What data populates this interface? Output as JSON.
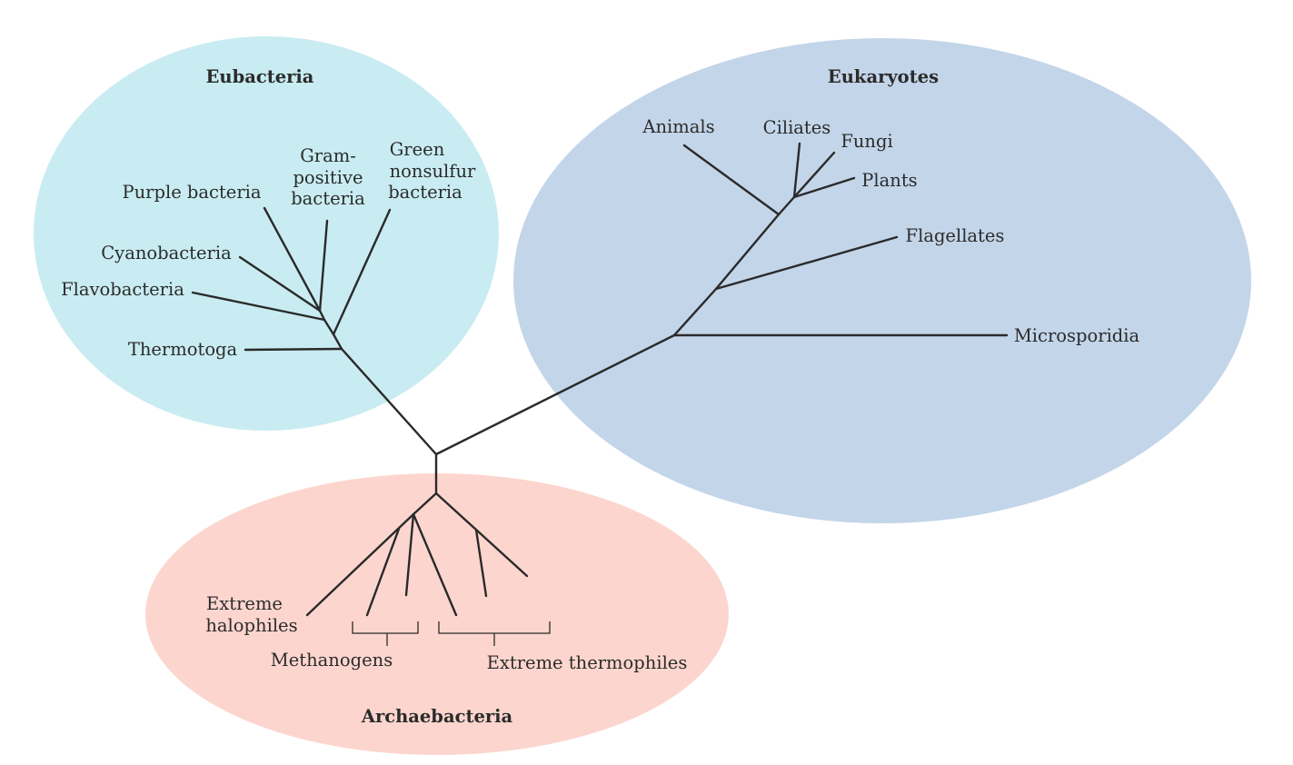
{
  "colors": {
    "eubacteria_fill": "#c8ecf1",
    "eukaryotes_fill": "#c3d5e9",
    "archaebacteria_fill": "#fcd6ce",
    "branch_stroke": "#2a2a2a",
    "text": "#2b2b2b"
  },
  "domains": {
    "eubacteria": "Eubacteria",
    "eukaryotes": "Eukaryotes",
    "archaebacteria": "Archaebacteria"
  },
  "eubacteria_labels": {
    "green_line1": "Green",
    "green_line2": "nonsulfur",
    "green_line3": "bacteria",
    "gram_line1": "Gram-",
    "gram_line2": "positive",
    "gram_line3": "bacteria",
    "purple": "Purple bacteria",
    "cyano": "Cyanobacteria",
    "flavo": "Flavobacteria",
    "thermotoga": "Thermotoga"
  },
  "eukaryote_labels": {
    "animals": "Animals",
    "ciliates": "Ciliates",
    "fungi": "Fungi",
    "plants": "Plants",
    "flagellates": "Flagellates",
    "microsporidia": "Microsporidia"
  },
  "archaebacteria_labels": {
    "halophiles_line1": "Extreme",
    "halophiles_line2": "halophiles",
    "methanogens": "Methanogens",
    "thermophiles": "Extreme thermophiles"
  }
}
